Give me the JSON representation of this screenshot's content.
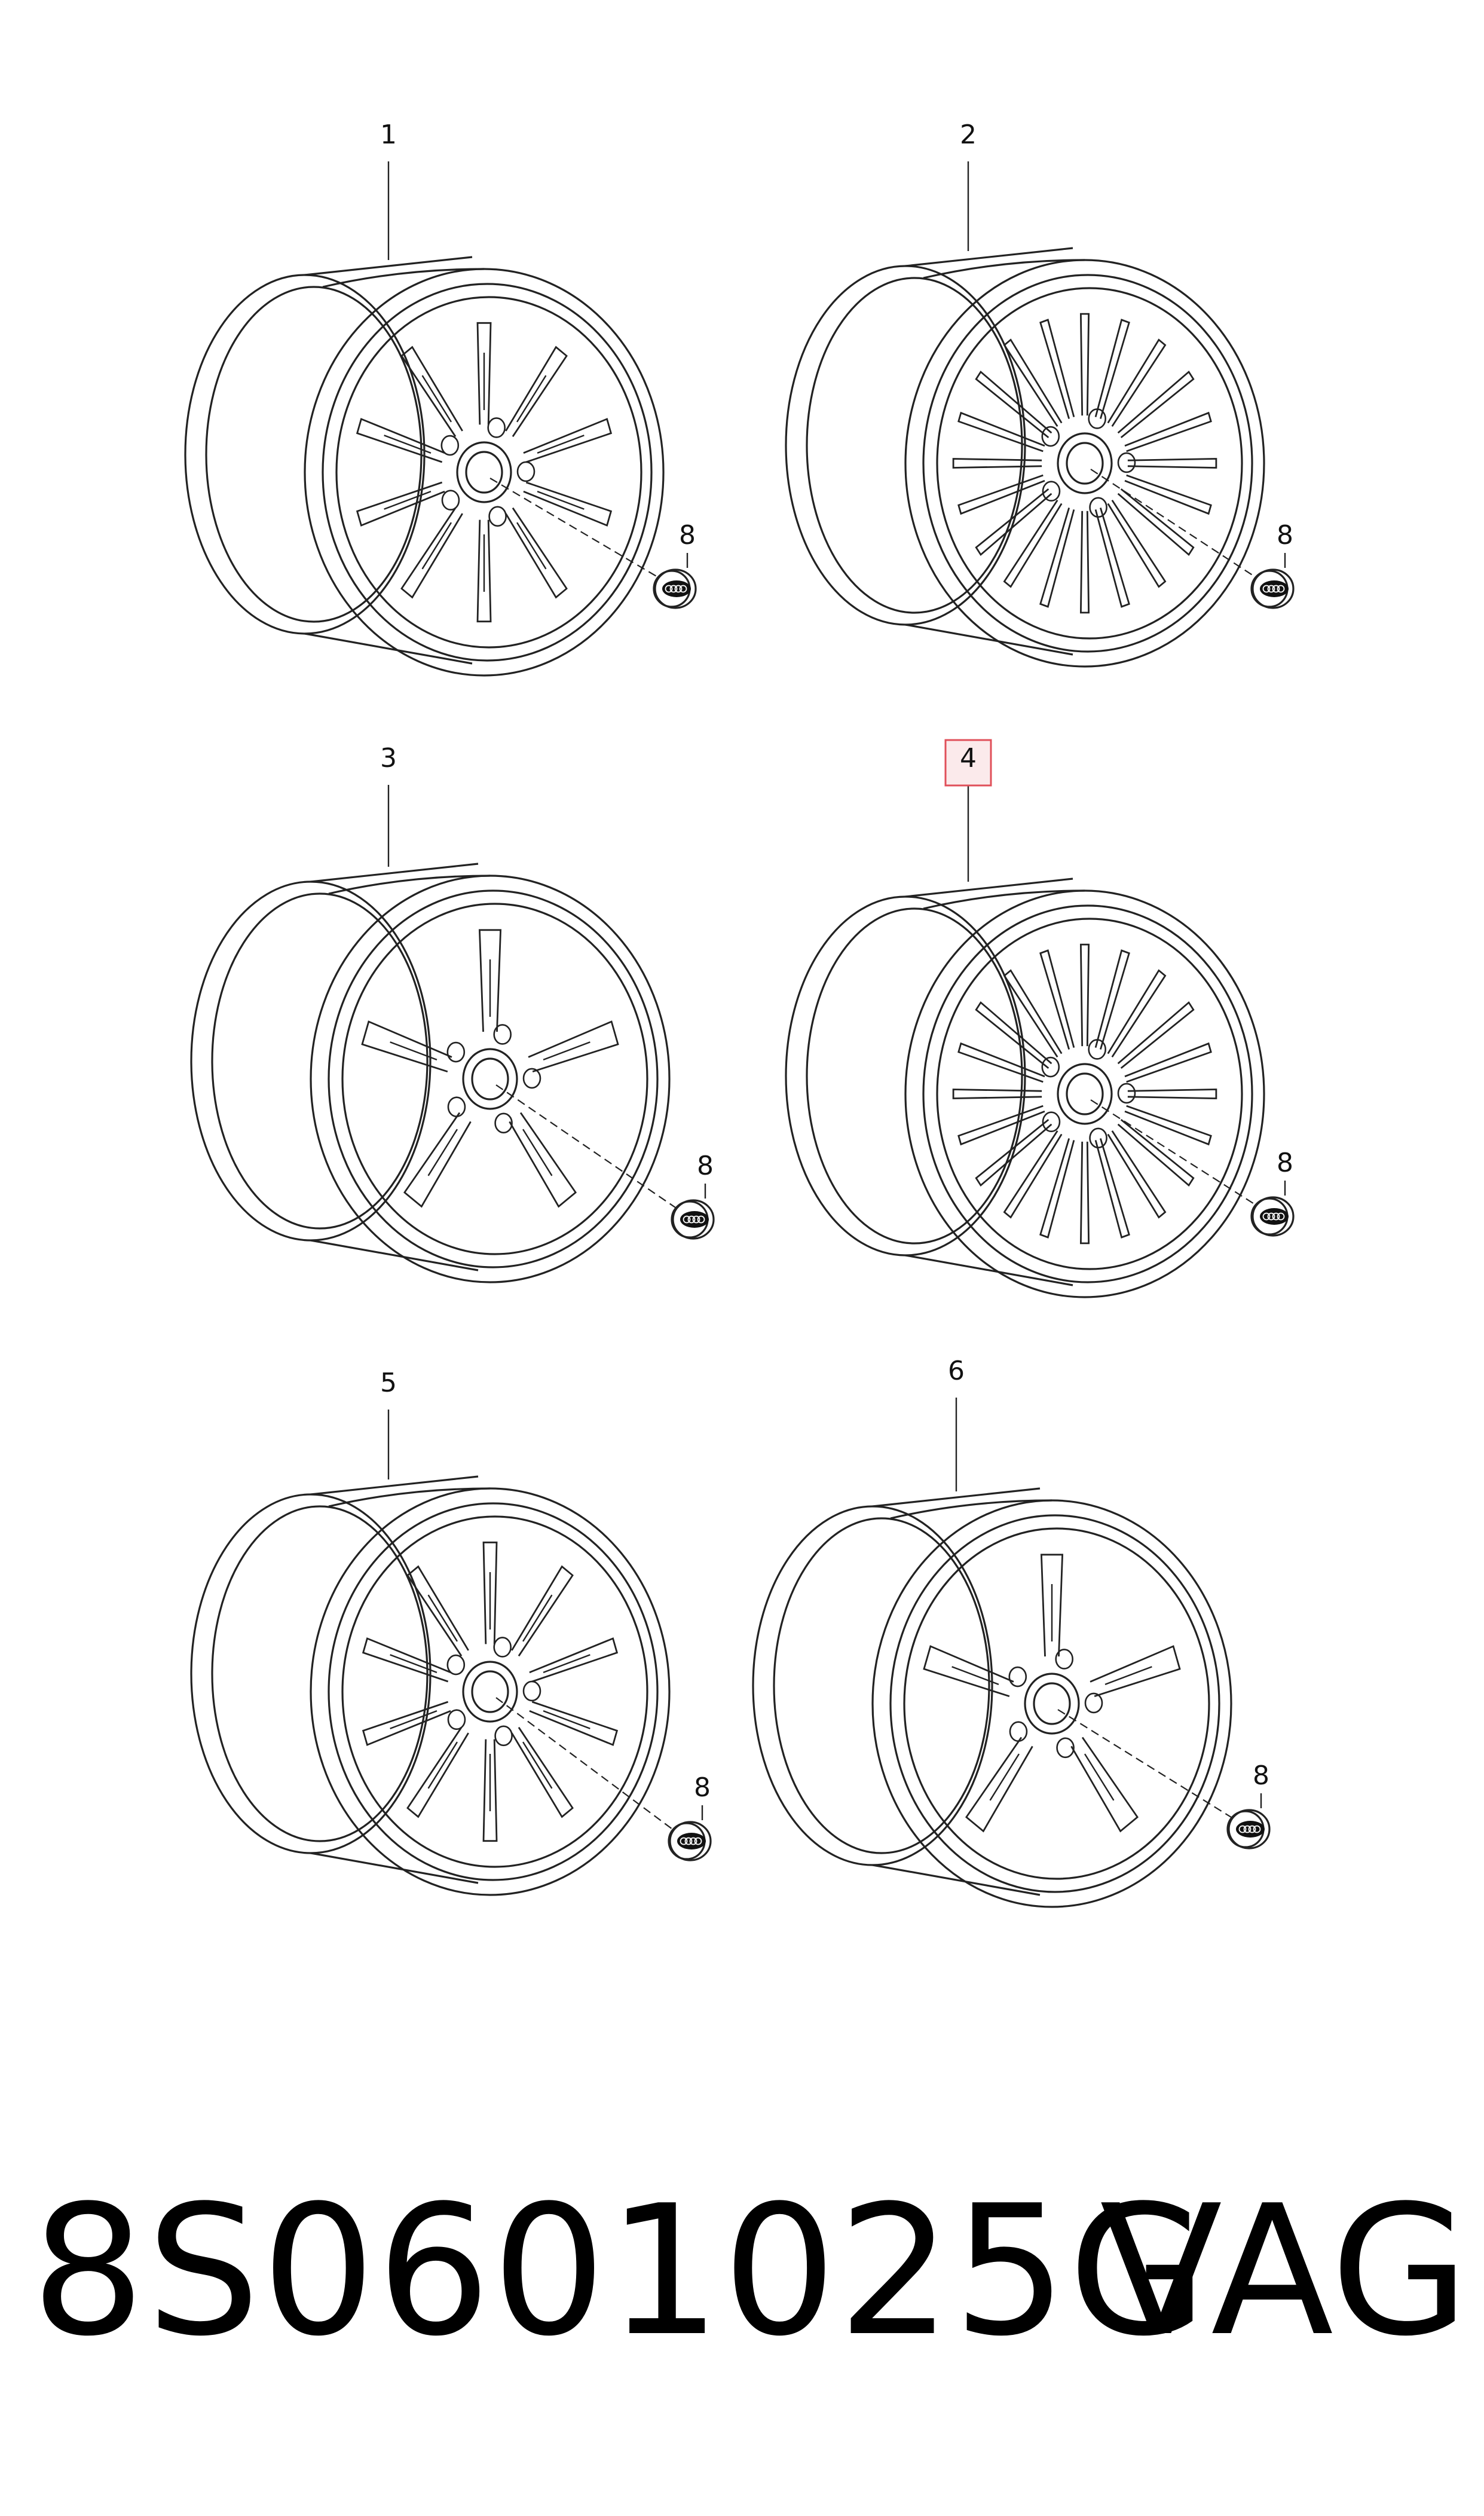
{
  "callouts": {
    "wheel_1": "1",
    "wheel_2": "2",
    "wheel_3": "3",
    "wheel_4": "4",
    "wheel_5": "5",
    "wheel_6": "6",
    "cap": "8"
  },
  "highlight_color": "#e0505a",
  "footer": {
    "part_number": "8S0601025G",
    "brand": "VAG"
  }
}
